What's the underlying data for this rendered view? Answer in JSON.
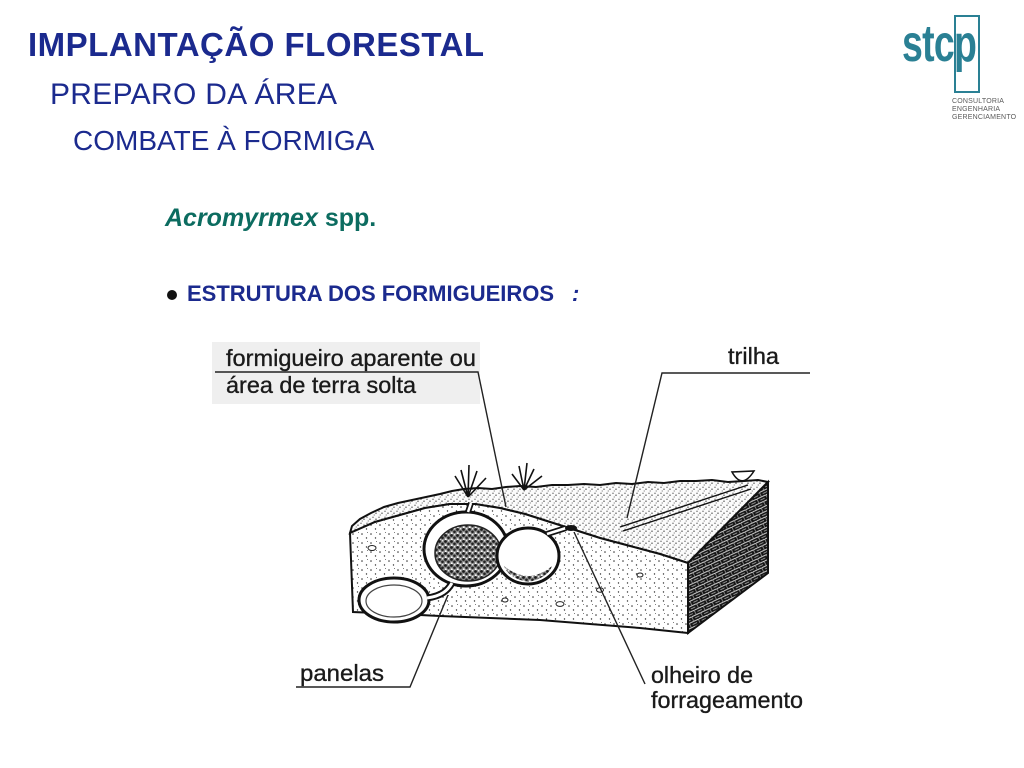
{
  "slide": {
    "title": "IMPLANTAÇÃO FLORESTAL",
    "subtitle": "PREPARO DA ÁREA",
    "section": "COMBATE À FORMIGA",
    "species": {
      "genus": "Acromyrmex",
      "qualifier": "spp."
    },
    "bullet": {
      "text": "ESTRUTURA DOS FORMIGUEIROS",
      "punctuation": ":"
    }
  },
  "logo": {
    "wordmark": "stcp",
    "tagline": [
      "CONSULTORIA",
      "ENGENHARIA",
      "GERENCIAMENTO"
    ]
  },
  "diagram": {
    "labels": {
      "mound": [
        "formigueiro aparente ou",
        "área de terra solta"
      ],
      "trail": "trilha",
      "chambers": "panelas",
      "foraging_hole": [
        "olheiro de",
        "forrageamento"
      ]
    }
  },
  "colors": {
    "heading": "#1b2a8e",
    "species": "#0c6c60",
    "logo": "#2a8094"
  }
}
